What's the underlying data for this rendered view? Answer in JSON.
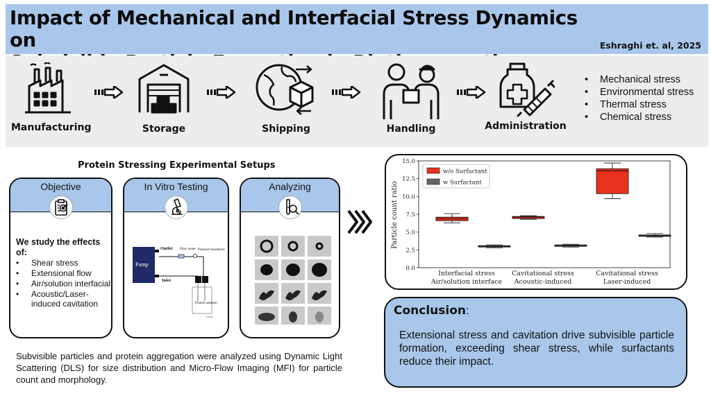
{
  "title": {
    "line1": "Impact of Mechanical and Interfacial Stress Dynamics on",
    "line2": "Subvisible Particle Formation in Biotherapeutics",
    "authors": "Eshraghi et. al, 2025"
  },
  "supply_chain": {
    "stages": [
      {
        "label": "Manufacturing",
        "icon": "factory-icon"
      },
      {
        "label": "Storage",
        "icon": "warehouse-icon"
      },
      {
        "label": "Shipping",
        "icon": "globe-shipping-icon"
      },
      {
        "label": "Handling",
        "icon": "handover-icon"
      },
      {
        "label": "Administration",
        "icon": "syringe-vial-icon"
      }
    ],
    "stress_types": [
      "Mechanical stress",
      "Environmental stress",
      "Thermal stress",
      "Chemical stress"
    ]
  },
  "setups": {
    "heading": "Protein Stressing Experimental Setups",
    "objective": {
      "title": "Objective",
      "icon": "target-clipboard-icon",
      "bold_text": "We study the effects of:",
      "items": [
        "Shear stress",
        "Extensional flow",
        "Air/solution interfacial",
        "Acoustic/Laser-induced cavitation"
      ]
    },
    "invitro": {
      "title": "In Vitro Testing",
      "icon": "microscope-icon",
      "diagram": {
        "pump": "Pump",
        "outlet": "Outlet",
        "inlet": "Inlet",
        "flow_meter": "Flow meter",
        "pressure": "Pressure transducer",
        "protein": "Protein solution",
        "loose": "loose"
      }
    },
    "analyzing": {
      "title": "Analyzing",
      "icon": "test-tube-magnifier-icon",
      "particle_count": 12
    }
  },
  "summary": "Subvisible particles and protein aggregation were analyzed using Dynamic Light Scattering (DLS) for size distribution and Micro-Flow Imaging (MFI) for particle count and morphology.",
  "chart_data": {
    "type": "box",
    "ylabel": "Particle count ratio",
    "ylim": [
      0,
      15
    ],
    "yticks": [
      "0.0",
      "2.5",
      "5.0",
      "7.5",
      "10.0",
      "12.5",
      "15.0"
    ],
    "categories": [
      {
        "line1": "Interfacial stress",
        "line2": "Air/solution interface"
      },
      {
        "line1": "Cavitational stress",
        "line2": "Acoustic-induced"
      },
      {
        "line1": "Cavitational stress",
        "line2": "Laser-induced"
      }
    ],
    "series": [
      {
        "name": "w/o Surfactant",
        "color": "#e8321e",
        "boxes": [
          {
            "min": 6.3,
            "q1": 6.6,
            "median": 6.9,
            "q3": 7.1,
            "max": 7.6
          },
          {
            "min": 6.8,
            "q1": 6.9,
            "median": 7.1,
            "q3": 7.2,
            "max": 7.3
          },
          {
            "min": 9.7,
            "q1": 10.4,
            "median": 13.6,
            "q3": 13.9,
            "max": 14.7
          }
        ]
      },
      {
        "name": "w Surfactant",
        "color": "#666666",
        "boxes": [
          {
            "min": 2.8,
            "q1": 2.9,
            "median": 3.0,
            "q3": 3.1,
            "max": 3.2
          },
          {
            "min": 2.9,
            "q1": 3.0,
            "median": 3.1,
            "q3": 3.2,
            "max": 3.3
          },
          {
            "min": 4.3,
            "q1": 4.4,
            "median": 4.5,
            "q3": 4.6,
            "max": 4.8
          }
        ]
      }
    ],
    "legend": "top-left",
    "grid": false
  },
  "conclusion": {
    "title": "Conclusion",
    "colon": ":",
    "body": "Extensional stress and cavitation drive subvisible particle formation, exceeding shear stress, while surfactants reduce their impact."
  }
}
